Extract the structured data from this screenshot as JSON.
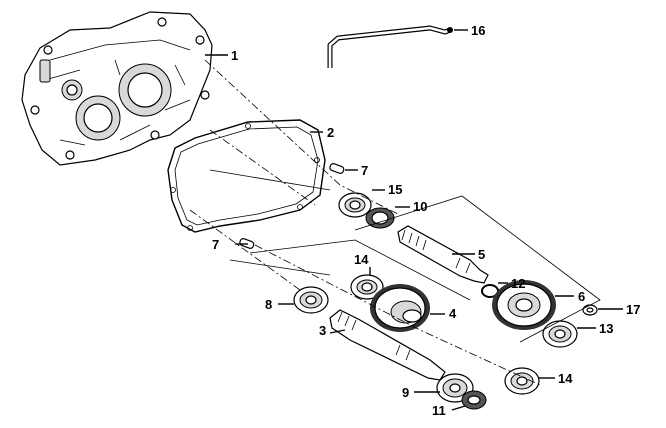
{
  "callouts": {
    "c1": "1",
    "c2": "2",
    "c3": "3",
    "c4": "4",
    "c5": "5",
    "c6": "6",
    "c7a": "7",
    "c7b": "7",
    "c8": "8",
    "c9": "9",
    "c10": "10",
    "c11": "11",
    "c12": "12",
    "c13": "13",
    "c14a": "14",
    "c14b": "14",
    "c15": "15",
    "c16": "16",
    "c17": "17"
  }
}
